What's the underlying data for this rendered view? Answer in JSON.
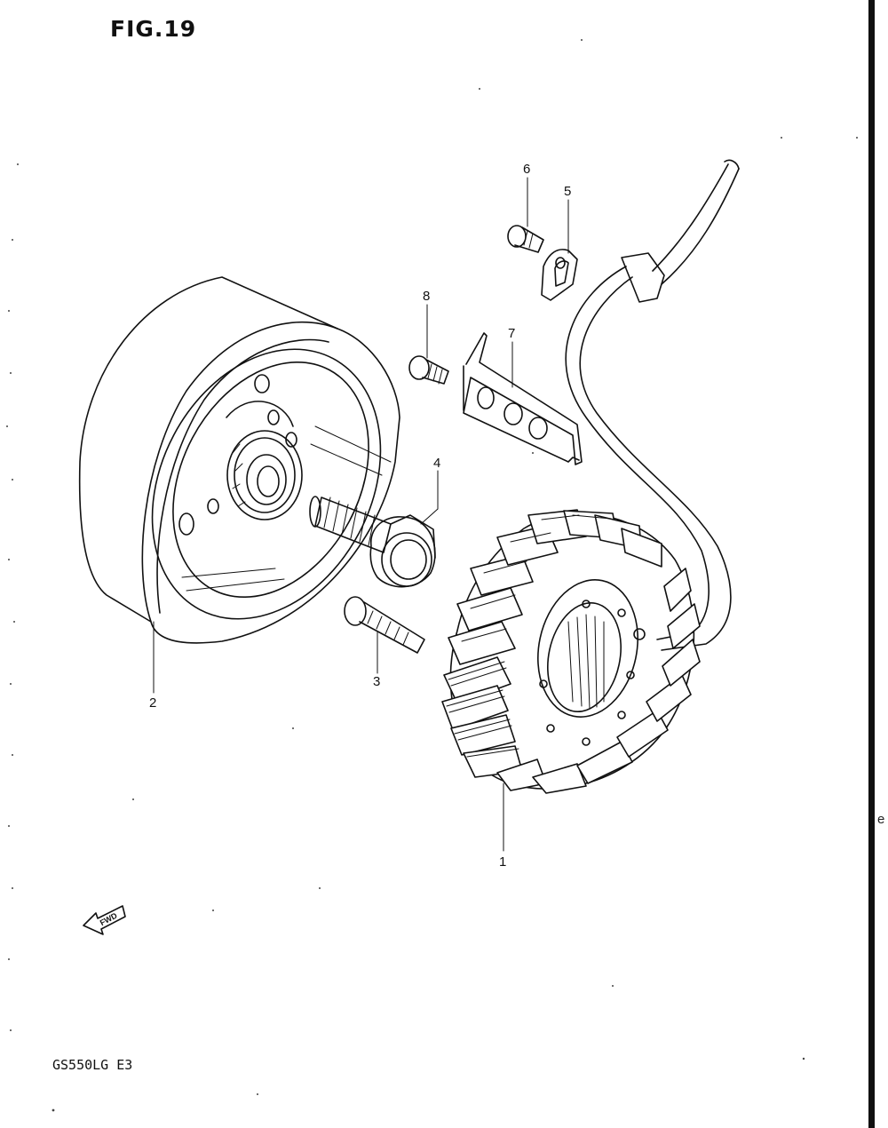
{
  "figure_title": "FIG.19",
  "model_code": "GS550LG E3",
  "edge_text": "e",
  "fwd_label": "FWD",
  "callouts": [
    {
      "id": "1",
      "label": "1"
    },
    {
      "id": "2",
      "label": "2"
    },
    {
      "id": "3",
      "label": "3"
    },
    {
      "id": "4",
      "label": "4"
    },
    {
      "id": "5",
      "label": "5"
    },
    {
      "id": "6",
      "label": "6"
    },
    {
      "id": "7",
      "label": "7"
    },
    {
      "id": "8",
      "label": "8"
    }
  ]
}
